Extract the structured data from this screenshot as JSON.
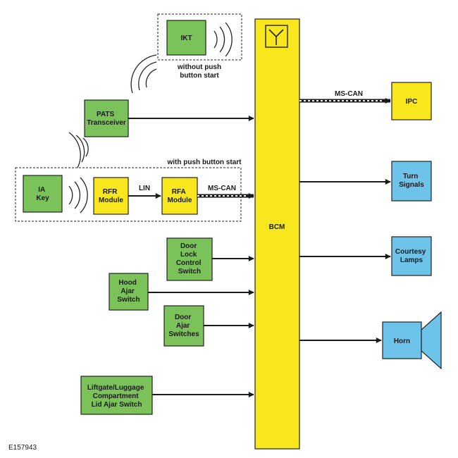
{
  "figure_id": "E157943",
  "colors": {
    "green": "#7cc25a",
    "yellow": "#f8e71c",
    "blue": "#6ec3ea",
    "stroke": "#222222"
  },
  "center_module": {
    "label": "BCM",
    "icon": "antenna-icon"
  },
  "groups": {
    "ikt": {
      "caption_1": "without push",
      "caption_2": "button start"
    },
    "push": {
      "caption": "with push button start"
    }
  },
  "inputs": {
    "ikt": {
      "lines": [
        "IKT"
      ]
    },
    "pats": {
      "lines": [
        "PATS",
        "Transceiver"
      ]
    },
    "ia_key": {
      "lines": [
        "IA",
        "Key"
      ]
    },
    "rfr": {
      "lines": [
        "RFR",
        "Module"
      ]
    },
    "rfa": {
      "lines": [
        "RFA",
        "Module"
      ]
    },
    "door_lock": {
      "lines": [
        "Door",
        "Lock",
        "Control",
        "Switch"
      ]
    },
    "hood": {
      "lines": [
        "Hood",
        "Ajar",
        "Switch"
      ]
    },
    "door_ajar": {
      "lines": [
        "Door",
        "Ajar",
        "Switches"
      ]
    },
    "liftgate": {
      "lines": [
        "Liftgate/Luggage",
        "Compartment",
        "Lid Ajar Switch"
      ]
    }
  },
  "outputs": {
    "ipc": {
      "lines": [
        "IPC"
      ]
    },
    "turn": {
      "lines": [
        "Turn",
        "Signals"
      ]
    },
    "courtesy": {
      "lines": [
        "Courtesy",
        "Lamps"
      ]
    },
    "horn": {
      "lines": [
        "Horn"
      ]
    }
  },
  "links": {
    "lin": "LIN",
    "ms_can_in": "MS-CAN",
    "ms_can_out": "MS-CAN"
  }
}
